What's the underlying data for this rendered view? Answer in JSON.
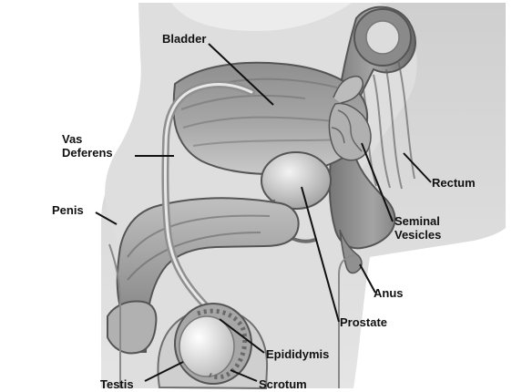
{
  "diagram": {
    "labels": {
      "bladder": "Bladder",
      "vas_deferens_line1": "Vas",
      "vas_deferens_line2": "Deferens",
      "penis": "Penis",
      "rectum": "Rectum",
      "seminal_vesicles_line1": "Seminal",
      "seminal_vesicles_line2": "Vesicles",
      "anus": "Anus",
      "prostate": "Prostate",
      "epididymis": "Epididymis",
      "testis": "Testis",
      "scrotum": "Scrotum"
    },
    "colors": {
      "background": "#ffffff",
      "body_fill": "#d8d8d8",
      "organ_dark": "#777777",
      "organ_mid": "#a8a8a8",
      "organ_light": "#c8c8c8",
      "highlight": "#f2f2f2",
      "line": "#111111"
    }
  }
}
